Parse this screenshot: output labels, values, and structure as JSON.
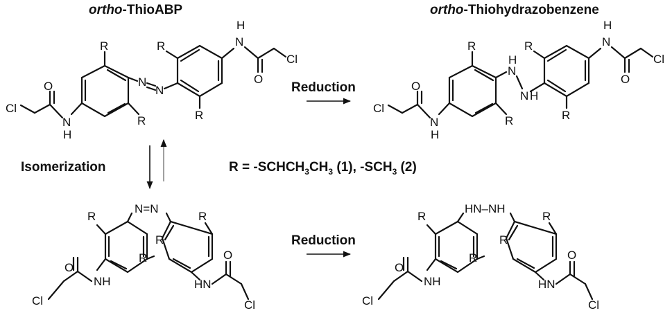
{
  "titles": {
    "left_italic": "ortho",
    "left_rest": "-ThioABP",
    "right_italic": "ortho",
    "right_rest": "-Thiohydrazobenzene"
  },
  "labels": {
    "reduction_top": "Reduction",
    "reduction_bottom": "Reduction",
    "isomerization": "Isomerization"
  },
  "r_definition": {
    "prefix": "R = -SCHCH",
    "sub1": "3",
    "mid1": "CH",
    "sub2": "3",
    "mid2": " (1), -SCH",
    "sub3": "3",
    "suffix": " (2)"
  },
  "atoms": {
    "R": "R",
    "Cl": "Cl",
    "O": "O",
    "H": "H",
    "N": "N",
    "NH": "NH",
    "HN": "HN",
    "HN_NH": "HN–NH",
    "N_N": "N=N"
  },
  "colors": {
    "ink": "#111111",
    "reverse_arrow": "#888888",
    "background": "#ffffff"
  }
}
